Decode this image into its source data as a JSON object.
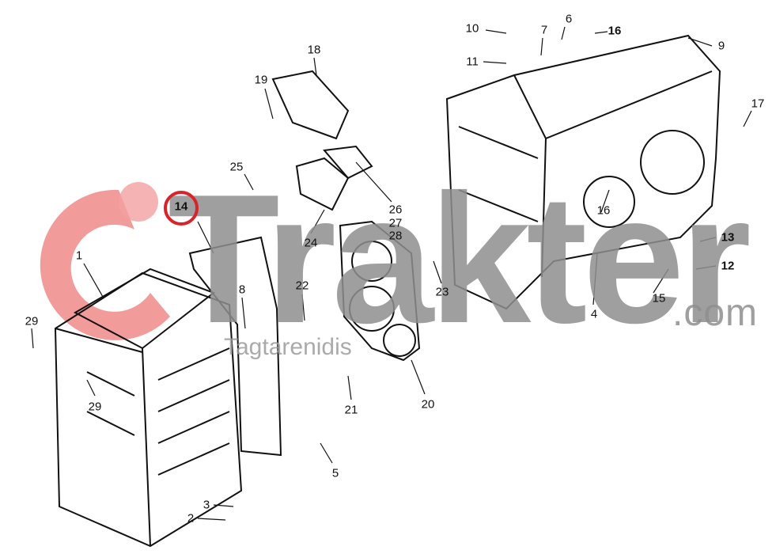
{
  "diagram": {
    "highlighted_part": "14",
    "highlight_color": "#d8232a",
    "parts": [
      {
        "id": "p10",
        "label": "10"
      },
      {
        "id": "p7",
        "label": "7"
      },
      {
        "id": "p6",
        "label": "6"
      },
      {
        "id": "p16a",
        "label": "16"
      },
      {
        "id": "p9",
        "label": "9"
      },
      {
        "id": "p11",
        "label": "11"
      },
      {
        "id": "p18",
        "label": "18"
      },
      {
        "id": "p19",
        "label": "19"
      },
      {
        "id": "p17",
        "label": "17"
      },
      {
        "id": "p25",
        "label": "25"
      },
      {
        "id": "p26",
        "label": "26"
      },
      {
        "id": "p27",
        "label": "27"
      },
      {
        "id": "p28",
        "label": "28"
      },
      {
        "id": "p24",
        "label": "24"
      },
      {
        "id": "p16b",
        "label": "16"
      },
      {
        "id": "p13",
        "label": "13"
      },
      {
        "id": "p12",
        "label": "12"
      },
      {
        "id": "p15",
        "label": "15"
      },
      {
        "id": "p4",
        "label": "4"
      },
      {
        "id": "p1",
        "label": "1"
      },
      {
        "id": "p8",
        "label": "8"
      },
      {
        "id": "p22",
        "label": "22"
      },
      {
        "id": "p23",
        "label": "23"
      },
      {
        "id": "p29a",
        "label": "29"
      },
      {
        "id": "p29b",
        "label": "29"
      },
      {
        "id": "p21",
        "label": "21"
      },
      {
        "id": "p20",
        "label": "20"
      },
      {
        "id": "p5",
        "label": "5"
      },
      {
        "id": "p3",
        "label": "3"
      },
      {
        "id": "p2",
        "label": "2"
      },
      {
        "id": "p14",
        "label": "14"
      }
    ]
  },
  "watermark": {
    "brand": "Trakter",
    "domain": ".com",
    "subtitle": "Tagtarenidis",
    "logo_color": "#f08a8a"
  }
}
